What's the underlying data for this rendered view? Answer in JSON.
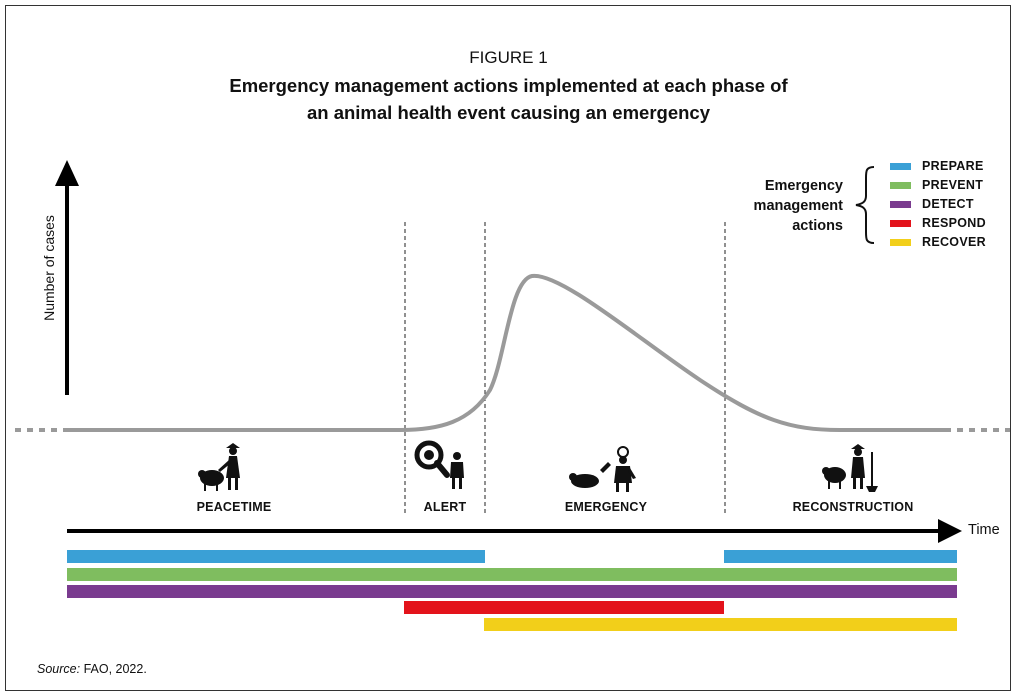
{
  "figure": {
    "label": "FIGURE 1",
    "title_line1": "Emergency management actions implemented at each phase of",
    "title_line2": "an animal health event causing an emergency"
  },
  "axes": {
    "y_label": "Number of cases",
    "x_label": "Time"
  },
  "phases": [
    {
      "name": "PEACETIME",
      "icon": "farmer-feeding-sheep-icon"
    },
    {
      "name": "ALERT",
      "icon": "magnifier-virus-person-icon"
    },
    {
      "name": "EMERGENCY",
      "icon": "culling-worker-icon"
    },
    {
      "name": "RECONSTRUCTION",
      "icon": "farmer-restocking-sheep-icon"
    }
  ],
  "legend": {
    "title_lines": [
      "Emergency",
      "management",
      "actions"
    ],
    "items": [
      {
        "label": "PREPARE",
        "color": "#3aa0d6"
      },
      {
        "label": "PREVENT",
        "color": "#7fbd5f"
      },
      {
        "label": "DETECT",
        "color": "#7a3b8f"
      },
      {
        "label": "RESPOND",
        "color": "#e3131b"
      },
      {
        "label": "RECOVER",
        "color": "#f2cf1a"
      }
    ]
  },
  "action_spans": [
    {
      "action": "PREPARE",
      "phases": [
        "PEACETIME",
        "ALERT",
        "RECONSTRUCTION"
      ]
    },
    {
      "action": "PREVENT",
      "phases": [
        "PEACETIME",
        "ALERT",
        "EMERGENCY",
        "RECONSTRUCTION"
      ]
    },
    {
      "action": "DETECT",
      "phases": [
        "PEACETIME",
        "ALERT",
        "EMERGENCY",
        "RECONSTRUCTION"
      ]
    },
    {
      "action": "RESPOND",
      "phases": [
        "ALERT",
        "EMERGENCY"
      ]
    },
    {
      "action": "RECOVER",
      "phases": [
        "EMERGENCY",
        "RECONSTRUCTION"
      ]
    }
  ],
  "source": {
    "prefix": "Source:",
    "text": " FAO, 2022."
  },
  "colors": {
    "curve": "#9a9a9a",
    "axis": "#000000"
  }
}
